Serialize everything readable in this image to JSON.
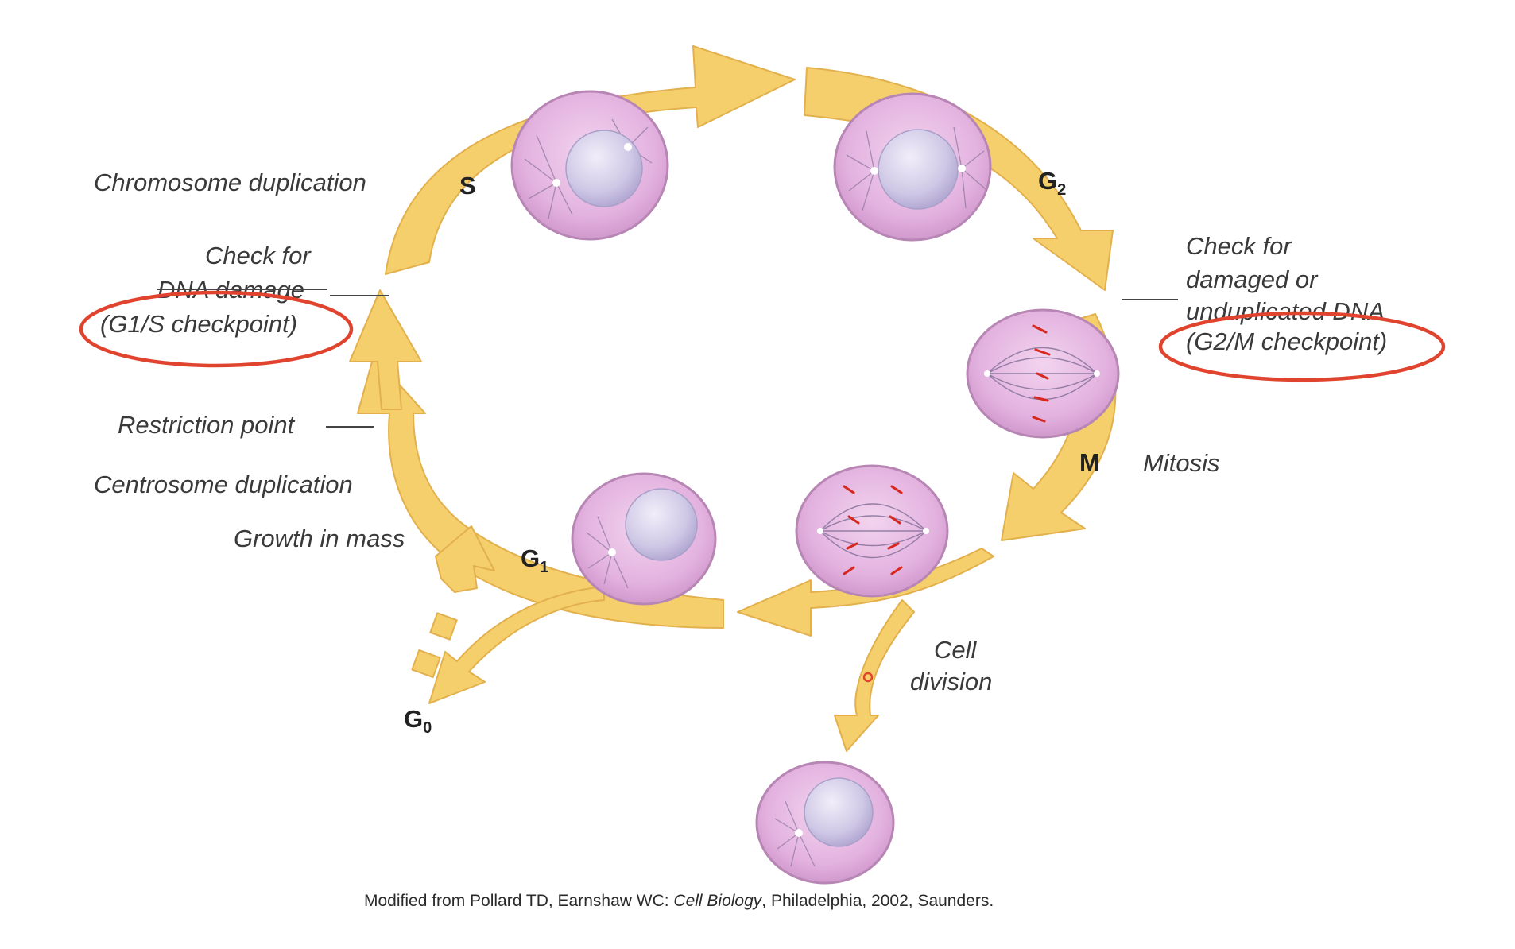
{
  "labels": {
    "chromosome_duplication": "Chromosome duplication",
    "check_dna_line1": "Check for",
    "check_dna_line2": "DNA damage",
    "g1s_checkpoint": "(G1/S checkpoint)",
    "restriction_point": "Restriction point",
    "centrosome_duplication": "Centrosome duplication",
    "growth_in_mass": "Growth in mass",
    "check_damaged_line1": "Check for",
    "check_damaged_line2": "damaged or",
    "check_damaged_line3": "unduplicated DNA",
    "g2m_checkpoint": "(G2/M checkpoint)",
    "mitosis": "Mitosis",
    "cell_division_line1": "Cell",
    "cell_division_line2": "division"
  },
  "phases": {
    "s": "S",
    "g2_base": "G",
    "g2_sub": "2",
    "m": "M",
    "g1_base": "G",
    "g1_sub": "1",
    "g0_base": "G",
    "g0_sub": "0"
  },
  "citation": {
    "prefix": "Modified from Pollard TD, Earnshaw WC: ",
    "book": "Cell Biology",
    "suffix": ", Philadelphia, 2002, Saunders."
  },
  "colors": {
    "arrow_fill": "#f5cf6c",
    "highlight_ring": "#e0442e",
    "cell": "#e3b2df",
    "nucleus": "#cfc8e6",
    "chromosome": "#d6281f"
  }
}
